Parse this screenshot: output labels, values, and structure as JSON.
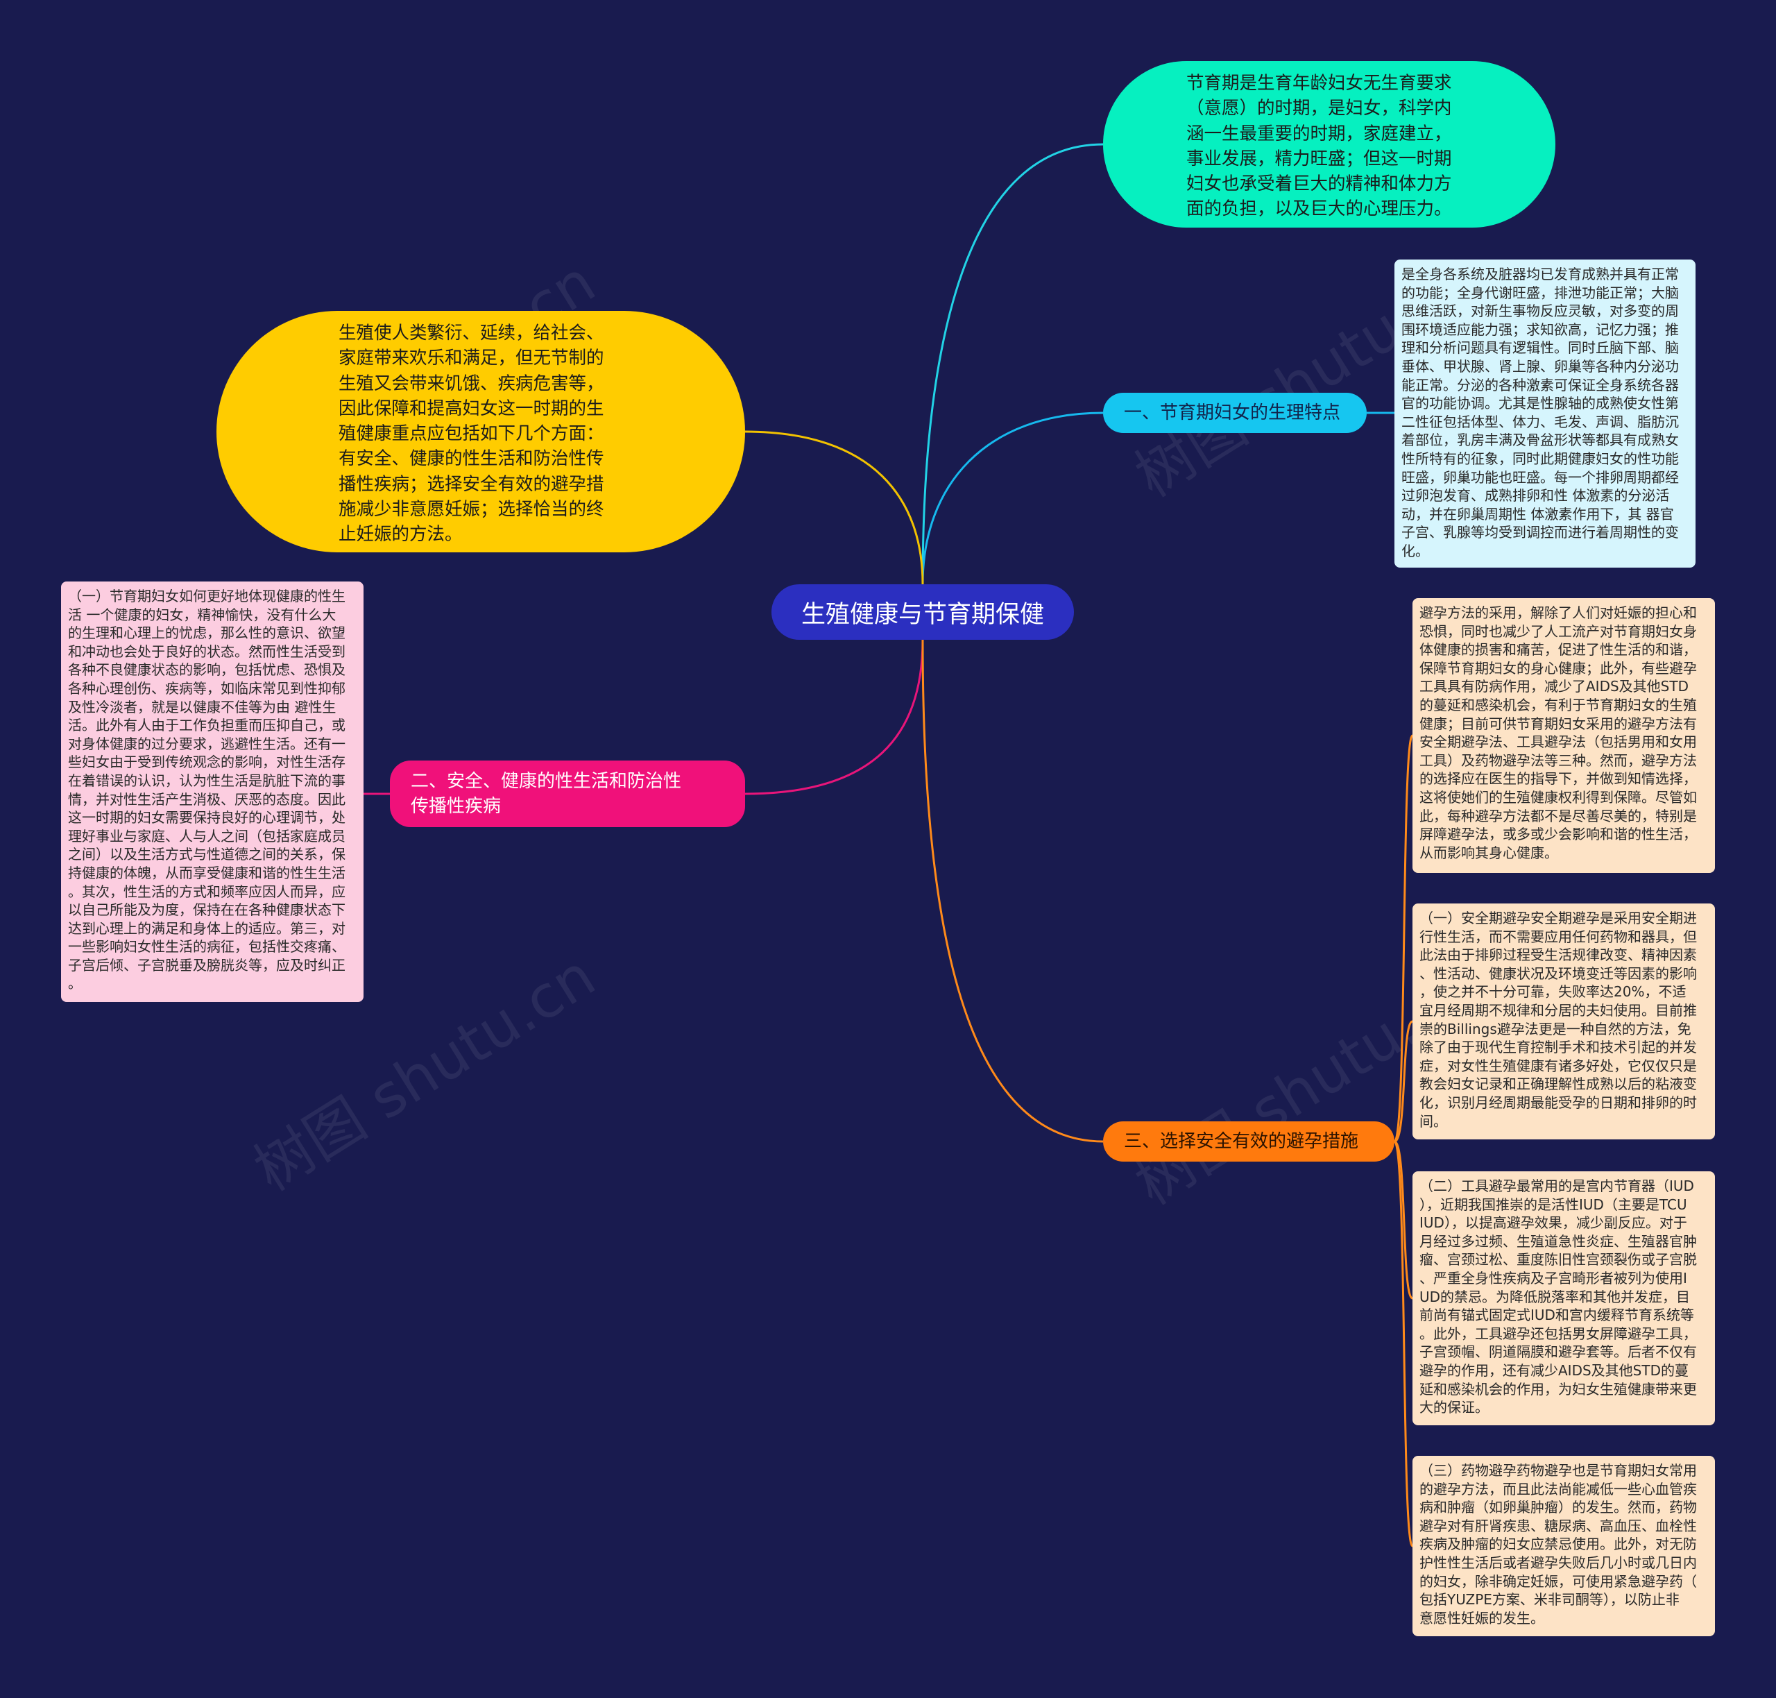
{
  "root": {
    "label": "生殖健康与节育期保健"
  },
  "intro_text": "节育期是生育年龄妇女无生育要求\n（意愿）的时期，是妇女，科学内\n涵一生最重要的时期，家庭建立，\n事业发展，精力旺盛；但这一时期\n妇女也承受着巨大的精神和体力方\n面的负担，以及巨大的心理压力。",
  "purpose_text": "生殖使人类繁衍、延续，给社会、\n家庭带来欢乐和满足，但无节制的\n生殖又会带来饥饿、疾病危害等，\n因此保障和提高妇女这一时期的生\n殖健康重点应包括如下几个方面：\n有安全、健康的性生活和防治性传\n播性疾病；选择安全有效的避孕措\n施减少非意愿妊娠；选择恰当的终\n止妊娠的方法。",
  "branches": {
    "physiology": {
      "label": "一、节育期妇女的生理特点",
      "detail": "是全身各系统及脏器均已发育成熟并具有正常\n的功能；全身代谢旺盛，排泄功能正常；大脑\n思维活跃，对新生事物反应灵敏，对多变的周\n围环境适应能力强；求知欲高，记忆力强；推\n理和分析问题具有逻辑性。同时丘脑下部、脑\n垂体、甲状腺、肾上腺、卵巢等各种内分泌功\n能正常。分泌的各种激素可保证全身系统各器\n官的功能协调。尤其是性腺轴的成熟使女性第\n二性征包括体型、体力、毛发、声调、脂肪沉\n着部位，乳房丰满及骨盆形状等都具有成熟女\n性所特有的征象，同时此期健康妇女的性功能\n旺盛，卵巢功能也旺盛。每一个排卵周期都经\n过卵泡发育、成熟排卵和性 体激素的分泌活\n动，并在卵巢周期性 体激素作用下，其 器官\n子宫、乳腺等均受到调控而进行着周期性的变\n化。"
    },
    "safe_sex": {
      "label": "二、安全、健康的性生活和防治性\n传播性疾病",
      "detail": "（一）节育期妇女如何更好地体现健康的性生\n活 一个健康的妇女，精神愉快，没有什么大\n的生理和心理上的忧虑，那么性的意识、欲望\n和冲动也会处于良好的状态。然而性生活受到\n各种不良健康状态的影响，包括忧虑、恐惧及\n各种心理创伤、疾病等，如临床常见到性抑郁\n及性冷淡者，就是以健康不佳等为由 避性生\n活。此外有人由于工作负担重而压抑自己，或\n对身体健康的过分要求，逃避性生活。还有一\n些妇女由于受到传统观念的影响，对性生活存\n在着错误的认识，认为性生活是肮脏下流的事\n情，并对性生活产生消极、厌恶的态度。因此\n这一时期的妇女需要保持良好的心理调节，处\n理好事业与家庭、人与人之间（包括家庭成员\n之间）以及生活方式与性道德之间的关系，保\n持健康的体魄，从而享受健康和谐的性生生活\n。其次，性生活的方式和频率应因人而异，应\n以自己所能及为度，保持在在各种健康状态下\n达到心理上的满足和身体上的适应。第三，对\n一些影响妇女性生活的病征，包括性交疼痛、\n子宫后倾、子宫脱垂及膀胱炎等，应及时纠正\n。"
    },
    "contraception": {
      "label": "三、选择安全有效的避孕措施",
      "details": [
        "避孕方法的采用，解除了人们对妊娠的担心和\n恐惧，同时也减少了人工流产对节育期妇女身\n体健康的损害和痛苦，促进了性生活的和谐，\n保障节育期妇女的身心健康；此外，有些避孕\n工具具有防病作用，减少了AIDS及其他STD\n的蔓延和感染机会，有利于节育期妇女的生殖\n健康；目前可供节育期妇女采用的避孕方法有\n安全期避孕法、工具避孕法（包括男用和女用\n工具）及药物避孕法等三种。然而，避孕方法\n的选择应在医生的指导下，并做到知情选择，\n这将使她们的生殖健康权利得到保障。尽管如\n此，每种避孕方法都不是尽善尽美的，特别是\n屏障避孕法，或多或少会影响和谐的性生活，\n从而影响其身心健康。",
        "（一）安全期避孕安全期避孕是采用安全期进\n行性生活，而不需要应用任何药物和器具，但\n此法由于排卵过程受生活规律改变、精神因素\n、性活动、健康状况及环境变迁等因素的影响\n，使之并不十分可靠，失败率达20%，不适\n宜月经周期不规律和分居的夫妇使用。目前推\n崇的Billings避孕法更是一种自然的方法，免\n除了由于现代生育控制手术和技术引起的并发\n症，对女性生殖健康有诸多好处，它仅仅只是\n教会妇女记录和正确理解性成熟以后的粘液变\n化，识别月经周期最能受孕的日期和排卵的时\n间。",
        "（二）工具避孕最常用的是宫内节育器（IUD\n），近期我国推崇的是活性IUD（主要是TCU\nIUD），以提高避孕效果，减少副反应。对于\n月经过多过频、生殖道急性炎症、生殖器官肿\n瘤、宫颈过松、重度陈旧性宫颈裂伤或子宫脱\n、严重全身性疾病及子宫畸形者被列为使用I\nUD的禁忌。为降低脱落率和其他并发症，目\n前尚有锚式固定式IUD和宫内缓释节育系统等\n。此外，工具避孕还包括男女屏障避孕工具，\n子宫颈帽、阴道隔膜和避孕套等。后者不仅有\n避孕的作用，还有减少AIDS及其他STD的蔓\n延和感染机会的作用，为妇女生殖健康带来更\n大的保证。",
        "（三）药物避孕药物避孕也是节育期妇女常用\n的避孕方法，而且此法尚能减低一些心血管疾\n病和肿瘤（如卵巢肿瘤）的发生。然而，药物\n避孕对有肝肾疾患、糖尿病、高血压、血栓性\n疾病及肿瘤的妇女应禁忌使用。此外，对无防\n护性性生活后或者避孕失败后几小时或几日内\n的妇女，除非确定妊娠，可使用紧急避孕药（\n包括YUZPE方案、米非司酮等），以防止非\n意愿性妊娠的发生。"
      ]
    }
  },
  "watermark": "树图 shutu.cn",
  "colors": {
    "background": "#191b4f",
    "root": "#2b2fc0",
    "intro": "#06f0c0",
    "purpose": "#ffcc00",
    "physiology": "#16c6f0",
    "safe_sex": "#f0117a",
    "contraception": "#ff7a0d"
  }
}
